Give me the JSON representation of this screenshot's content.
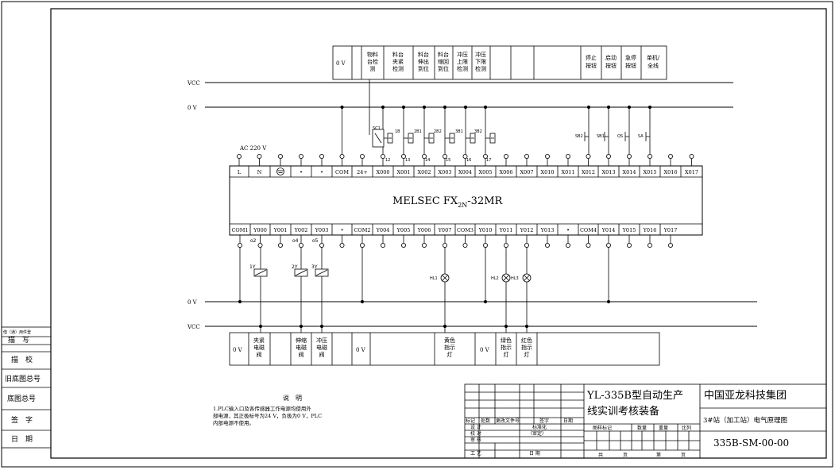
{
  "supply": {
    "vcc": "VCC",
    "zero_v": "0 V",
    "ac": "AC 220 V"
  },
  "top_box": {
    "zero": "0 V",
    "sensors": [
      [
        "物料",
        "台检",
        "测"
      ],
      [
        "料台",
        "夹紧",
        "检测"
      ],
      [
        "料台",
        "伸出",
        "到位"
      ],
      [
        "料台",
        "缩回",
        "到位"
      ],
      [
        "冲压",
        "上限",
        "检测"
      ],
      [
        "冲压",
        "下限",
        "检测"
      ]
    ],
    "buttons": [
      [
        "停止",
        "按钮"
      ],
      [
        "启动",
        "按钮"
      ],
      [
        "急停",
        "按钮"
      ],
      [
        "单机/",
        "全线"
      ]
    ]
  },
  "input_devices": {
    "sc1": "SC1",
    "b1": "1B",
    "b1_2": "2B1",
    "b2_2": "2B2",
    "b3_1": "3B1",
    "b3_2": "3B2",
    "sb2": "SB2",
    "sb1": "SB1",
    "qs": "QS",
    "sa": "SA",
    "pins": [
      "12",
      "13",
      "14",
      "15",
      "16",
      "17"
    ]
  },
  "plc": {
    "model": "MELSEC FX",
    "model_sub": "2N",
    "model_tail": "-32MR",
    "top_terminals": [
      "L",
      "N",
      "⏚",
      "•",
      "•",
      "COM",
      "24+",
      "X000",
      "X001",
      "X002",
      "X003",
      "X004",
      "X005",
      "X006",
      "X007",
      "X010",
      "X011",
      "X012",
      "X013",
      "X014",
      "X015",
      "X016",
      "X017"
    ],
    "bottom_terminals": [
      "COM1",
      "Y000",
      "Y001",
      "Y002",
      "Y003",
      "•",
      "COM2",
      "Y004",
      "Y005",
      "Y006",
      "Y007",
      "COM3",
      "Y010",
      "Y011",
      "Y012",
      "Y013",
      "•",
      "COM4",
      "Y014",
      "Y015",
      "Y016",
      "Y017"
    ]
  },
  "outputs": {
    "o_labels": [
      "o2",
      "o4",
      "o5"
    ],
    "valves": [
      "1Y",
      "2Y",
      "3Y"
    ],
    "lamps": [
      "HL1",
      "HL2",
      "HL3"
    ]
  },
  "bottom_box": {
    "zero": "0 V",
    "clamp": [
      "夹紧",
      "电磁",
      "阀"
    ],
    "extend": [
      "伸缩",
      "电磁",
      "阀"
    ],
    "press": [
      "冲压",
      "电磁",
      "阀"
    ],
    "yellow": [
      "黄色",
      "指示",
      "灯"
    ],
    "green": [
      "绿色",
      "指示",
      "灯"
    ],
    "red": [
      "红色",
      "指示",
      "灯"
    ]
  },
  "notes": {
    "title": "说　明",
    "lines": [
      "1.PLC输入口及各传感器工作电源均使用外",
      "部电源，其正极标号为24 V，负极为0 V，PLC",
      "内部电源不使用。"
    ]
  },
  "left_strip": {
    "header": "借（通）用件登",
    "rows": [
      "描　写",
      "描　校",
      "旧底图总号",
      "底图总号",
      "签　字",
      "日　期"
    ]
  },
  "title_block": {
    "product_l1": "YL-335B型自动生产",
    "product_l2": "线实训考核装备",
    "company": "中国亚龙科技集团",
    "drawing_name": "3#站（加工站）电气原理图",
    "drawing_no": "335B-SM-00-00",
    "rev_headers": [
      "标记",
      "处数",
      "更改文件号",
      "签字",
      "日期"
    ],
    "roles": [
      "设 计",
      "校 对",
      "审 核",
      "工 艺"
    ],
    "std": "标准化",
    "review": "（审定）",
    "date": "日 期",
    "stage": "图样标记",
    "qty": "数量",
    "weight": "重量",
    "scale": "比列",
    "total": "共",
    "page": "页",
    "no": "第",
    "page2": "页"
  }
}
